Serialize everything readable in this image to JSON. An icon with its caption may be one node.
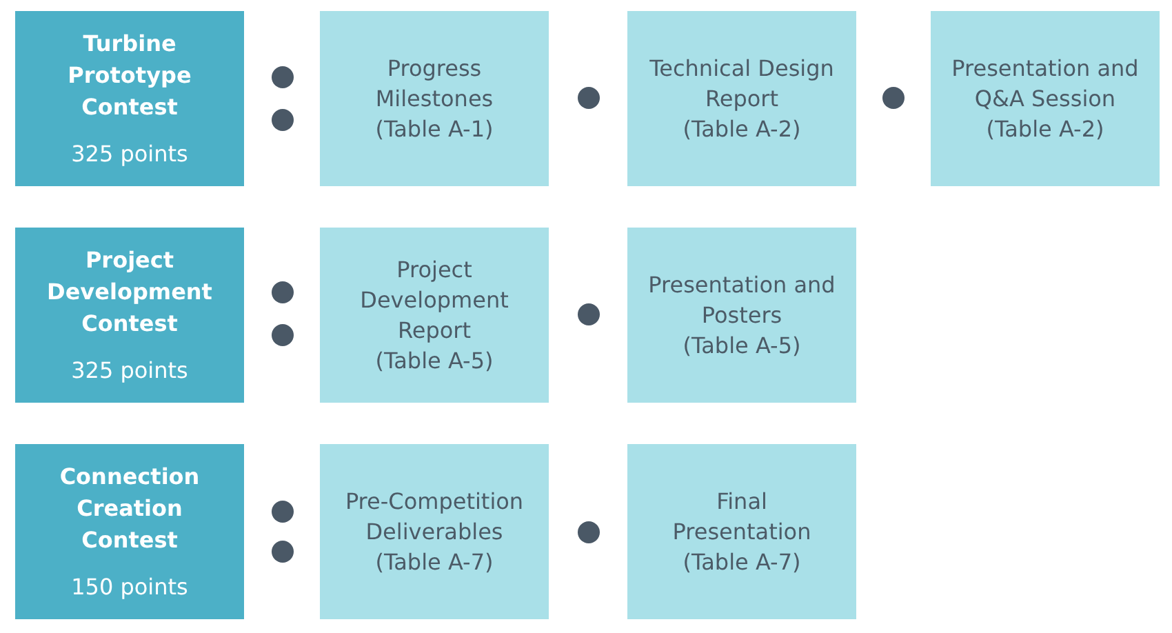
{
  "diagram": {
    "nodes": [
      {
        "text": [
          "Turbine Prototype Contest",
          "325 points"
        ]
      },
      {
        "text": [],
        "shape": "circle"
      },
      {
        "text": [],
        "shape": "circle"
      },
      {
        "text": [
          "Progress Milestones",
          "(Table A-1)"
        ]
      },
      {
        "text": [],
        "shape": "circle"
      },
      {
        "text": [
          "Technical Design Report",
          "(Table A-2)"
        ]
      },
      {
        "text": [],
        "shape": "circle"
      },
      {
        "text": [
          "Presentation and Q&A Session",
          "(Table A-2)"
        ]
      },
      {
        "text": [
          "Project Development Contest",
          "325 points"
        ]
      },
      {
        "text": [],
        "shape": "circle"
      },
      {
        "text": [],
        "shape": "circle"
      },
      {
        "text": [
          "Project Development Report",
          "(Table A-5)"
        ]
      },
      {
        "text": [],
        "shape": "circle"
      },
      {
        "text": [
          "Presentation and Posters",
          "(Table A-5)"
        ]
      },
      {
        "text": [
          "Connection Creation Contest",
          "150 points"
        ]
      },
      {
        "text": [],
        "shape": "circle"
      },
      {
        "text": [],
        "shape": "circle"
      },
      {
        "text": [
          "Pre-Competition Deliverables",
          "(Table A-7)"
        ]
      },
      {
        "text": [],
        "shape": "circle"
      },
      {
        "text": [
          "Final Presentation",
          "(Table A-7)"
        ]
      }
    ]
  }
}
